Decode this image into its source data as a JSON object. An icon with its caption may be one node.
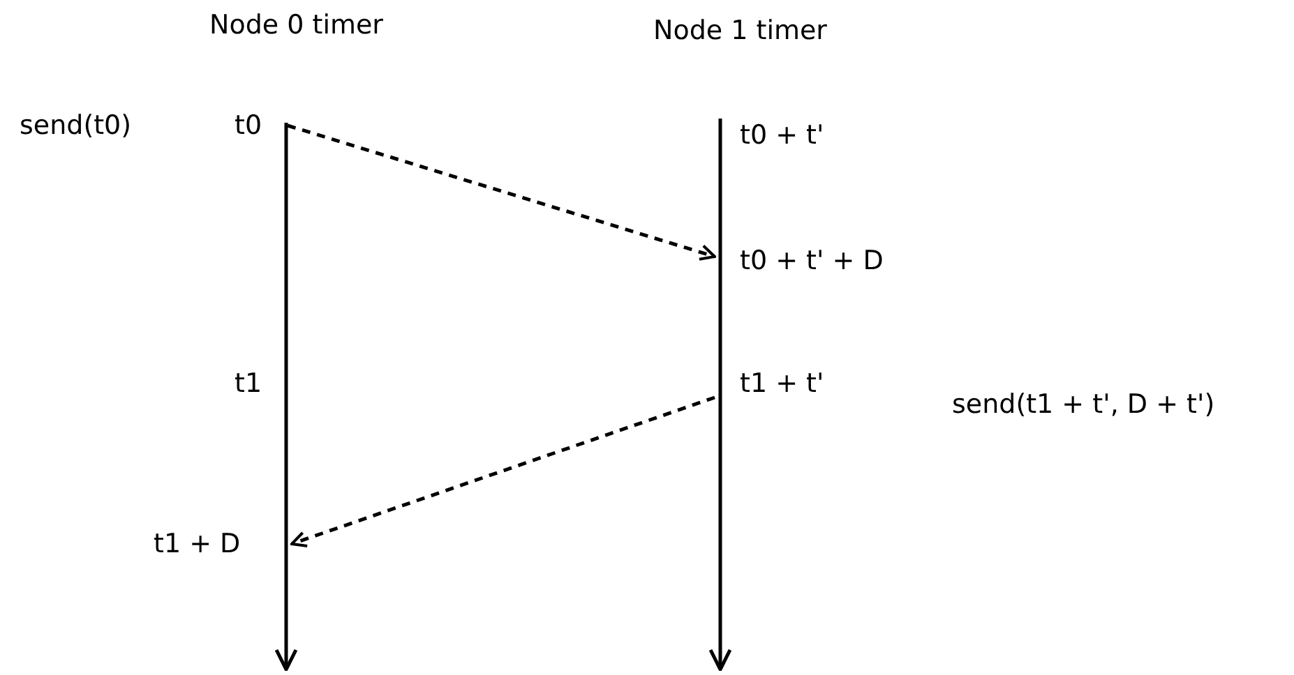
{
  "diagram": {
    "nodes": [
      {
        "text": [
          "t0"
        ]
      },
      {
        "text": [
          "t0 + t' + D"
        ]
      },
      {
        "text": [
          "t1 + t'"
        ]
      },
      {
        "text": [
          "t1 + D"
        ]
      }
    ],
    "edges": [
      {
        "from": 0,
        "to": 1,
        "arrow": "to",
        "style": "dashed"
      },
      {
        "from": 2,
        "to": 3,
        "arrow": "to",
        "style": "dashed"
      }
    ],
    "labels": [
      "Node 0 timer",
      "Node 1 timer",
      "send(t0)",
      "t0 + t'",
      "t1",
      "send(t1 + t', D + t')"
    ]
  }
}
